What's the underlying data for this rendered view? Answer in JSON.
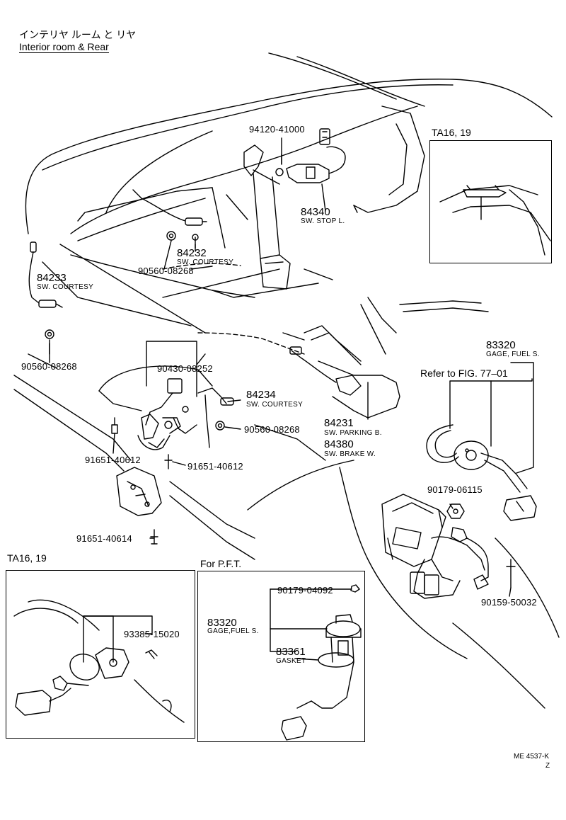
{
  "header": {
    "title_jp": "インテリヤ ルーム と リヤ",
    "title_en": "Interior room & Rear"
  },
  "inset_top_right": {
    "label": "TA16, 19"
  },
  "inset_bottom_left": {
    "label": "TA16, 19"
  },
  "inset_pft": {
    "label": "For P.F.T."
  },
  "reference": "Refer to FIG. 77–01",
  "parts": {
    "p94120": {
      "number": "94120-41000"
    },
    "p84340": {
      "number": "84340",
      "desc": "SW. STOP L."
    },
    "p84232": {
      "number": "84232",
      "desc": "SW. COURTESY"
    },
    "p90560_a": {
      "number": "90560-08268"
    },
    "p84233": {
      "number": "84233",
      "desc": "SW. COURTESY"
    },
    "p90560_b": {
      "number": "90560-08268"
    },
    "p90430": {
      "number": "90430-08252"
    },
    "p84234": {
      "number": "84234",
      "desc": "SW. COURTESY"
    },
    "p90560_c": {
      "number": "90560-08268"
    },
    "p91651_a": {
      "number": "91651-40612"
    },
    "p91651_b": {
      "number": "91651-40612"
    },
    "p91651_c": {
      "number": "91651-40614"
    },
    "p84231": {
      "number": "84231",
      "desc": "SW. PARKING B."
    },
    "p84380": {
      "number": "84380",
      "desc": "SW. BRAKE W."
    },
    "p83320": {
      "number": "83320",
      "desc": "GAGE, FUEL S."
    },
    "p90179_a": {
      "number": "90179-06115"
    },
    "p90159": {
      "number": "90159-50032"
    },
    "p93385": {
      "number": "93385-15020"
    },
    "p90179_b": {
      "number": "90179-04092"
    },
    "p83320_pft": {
      "number": "83320",
      "desc": "GAGE,FUEL S."
    },
    "p83361": {
      "number": "83361",
      "desc": "GASKET"
    }
  },
  "figure_code": {
    "line1": "ME 4537-K",
    "line2": "Z"
  }
}
